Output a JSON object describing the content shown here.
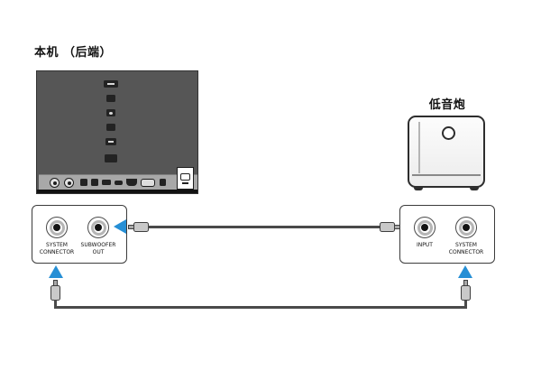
{
  "titles": {
    "unit": "本机 （后端）",
    "subwoofer": "低音炮"
  },
  "soundbar_panel": {
    "jack1_label": "SYSTEM\nCONNECTOR",
    "jack2_label": "SUBWOOFER\nOUT"
  },
  "subwoofer_panel": {
    "jack1_label": "INPUT",
    "jack2_label": "SYSTEM\nCONNECTOR"
  },
  "icons": {
    "direction_arrows": "solid-blue-triangle",
    "jacks": "concentric-circle-rca",
    "cable_plugs": "mini-connector-plug"
  },
  "colors": {
    "arrow_blue": "#268fd5",
    "cable_gray": "#4a4a4a",
    "panel_dark": "#565656"
  }
}
